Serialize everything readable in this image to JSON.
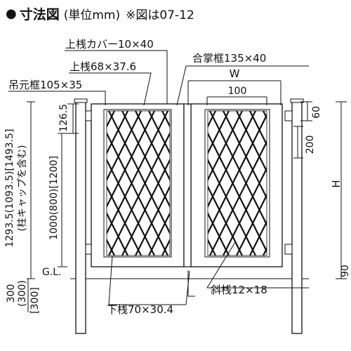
{
  "header": {
    "bullet": "●",
    "title": "寸法図",
    "subtitle": "(単位mm)",
    "note": "※図は07-12"
  },
  "labels": {
    "upper_rail_cover": "上桟カバー10×40",
    "upper_rail": "上桟68×37.6",
    "hinge_post": "吊元框105×35",
    "meeting_stile": "合掌框135×40",
    "width": "W",
    "width_100": "100",
    "dim_126_5": "126.5",
    "dim_60": "60",
    "dim_200": "200",
    "height": "H",
    "dim_90": "90",
    "total_height": "1293.5(1093.5)[1493.5]",
    "total_height_note": "(柱キャップを含む)",
    "panel_height": "1000(800)[1200]",
    "gl": "G.L.",
    "buried": "300",
    "buried_alt1": "(300)",
    "buried_alt2": "[300]",
    "lower_rail": "下桟70×30.4",
    "diagonal_rail": "斜桟12×18"
  }
}
